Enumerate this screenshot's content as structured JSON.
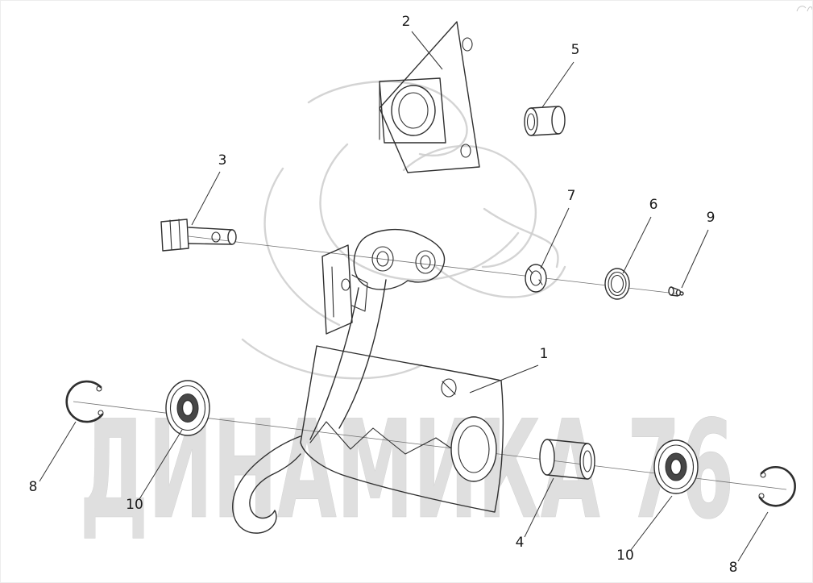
{
  "diagram": {
    "background": "#ffffff",
    "line_color": "#2f2f2f",
    "watermark": {
      "text": "ДИНАМИКА 76",
      "color": "#dcdcdc"
    },
    "labels": [
      "2",
      "5",
      "3",
      "7",
      "6",
      "9",
      "1",
      "8",
      "10",
      "4",
      "10",
      "8"
    ]
  }
}
